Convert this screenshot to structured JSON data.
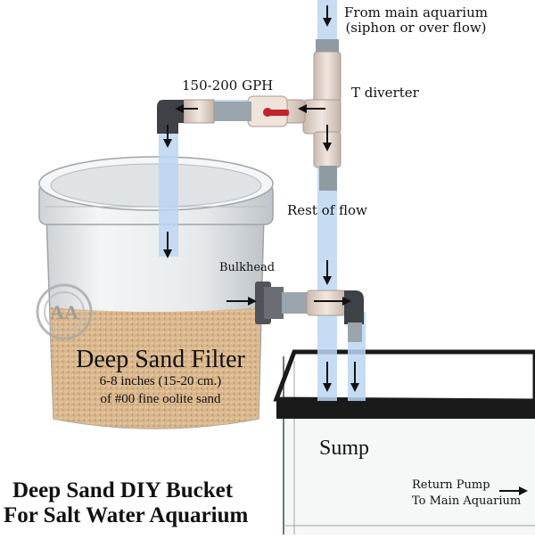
{
  "labels": {
    "inflow": "From main aquarium\n(siphon or over flow)",
    "t_diverter": "T diverter",
    "gph": "150-200 GPH",
    "rest_of_flow": "Rest of flow",
    "bulkhead": "Bulkhead",
    "filter_title": "Deep Sand Filter",
    "filter_depth": "6-8 inches (15-20 cm.)",
    "filter_sand": "of #00 fine oolite sand",
    "sump": "Sump",
    "return_pump": "Return Pump",
    "to_main": "To Main Aquarium"
  },
  "title": {
    "line1": "Deep Sand DIY Bucket",
    "line2": "For Salt Water Aquarium"
  },
  "logo_text": "AA",
  "colors": {
    "water_stream": "#bcd6f2",
    "pipe": "#e6d9cf",
    "valve_handle": "#c0242c",
    "sand": "#d8b48a",
    "bucket": "#e9ecef",
    "sump_rim": "#1a1a1a"
  }
}
